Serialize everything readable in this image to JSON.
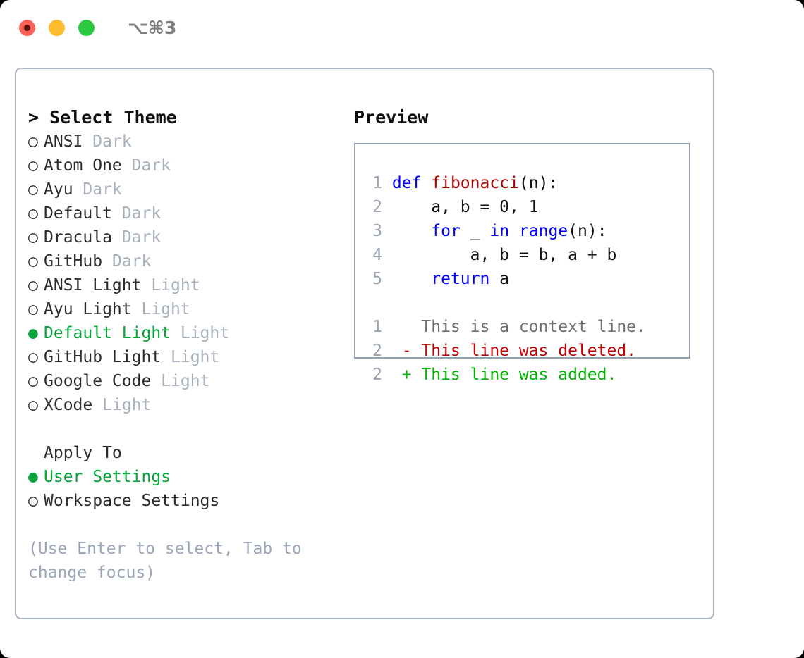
{
  "titlebar": {
    "shortcut": "⌥⌘3",
    "buttons": [
      {
        "name": "close",
        "color": "#fc6058"
      },
      {
        "name": "minimize",
        "color": "#fdbc2f"
      },
      {
        "name": "zoom",
        "color": "#2cc940"
      }
    ]
  },
  "theme_panel": {
    "heading": "> Select Theme",
    "items": [
      {
        "bullet": "○",
        "name": "ANSI",
        "tag": "Dark",
        "selected": false
      },
      {
        "bullet": "○",
        "name": "Atom One",
        "tag": "Dark",
        "selected": false
      },
      {
        "bullet": "○",
        "name": "Ayu",
        "tag": "Dark",
        "selected": false
      },
      {
        "bullet": "○",
        "name": "Default",
        "tag": "Dark",
        "selected": false
      },
      {
        "bullet": "○",
        "name": "Dracula",
        "tag": "Dark",
        "selected": false
      },
      {
        "bullet": "○",
        "name": "GitHub",
        "tag": "Dark",
        "selected": false
      },
      {
        "bullet": "○",
        "name": "ANSI Light",
        "tag": "Light",
        "selected": false
      },
      {
        "bullet": "○",
        "name": "Ayu Light",
        "tag": "Light",
        "selected": false
      },
      {
        "bullet": "●",
        "name": "Default Light",
        "tag": "Light",
        "selected": true
      },
      {
        "bullet": "○",
        "name": "GitHub Light",
        "tag": "Light",
        "selected": false
      },
      {
        "bullet": "○",
        "name": "Google Code",
        "tag": "Light",
        "selected": false
      },
      {
        "bullet": "○",
        "name": "XCode",
        "tag": "Light",
        "selected": false
      }
    ]
  },
  "apply_to": {
    "heading": "Apply To",
    "items": [
      {
        "bullet": "●",
        "label": "User Settings",
        "selected": true
      },
      {
        "bullet": "○",
        "label": "Workspace Settings",
        "selected": false
      }
    ]
  },
  "hint": "(Use Enter to select, Tab to change focus)",
  "preview": {
    "heading": "Preview",
    "code_lines": [
      {
        "num": "1",
        "tokens": [
          {
            "t": "def ",
            "c": "kw"
          },
          {
            "t": "fibonacci",
            "c": "fn"
          },
          {
            "t": "(n):",
            "c": "plain"
          }
        ]
      },
      {
        "num": "2",
        "tokens": [
          {
            "t": "    a, b = 0, 1",
            "c": "plain"
          }
        ]
      },
      {
        "num": "3",
        "tokens": [
          {
            "t": "    ",
            "c": "plain"
          },
          {
            "t": "for",
            "c": "kw"
          },
          {
            "t": " _ ",
            "c": "plain"
          },
          {
            "t": "in",
            "c": "kw"
          },
          {
            "t": " ",
            "c": "plain"
          },
          {
            "t": "range",
            "c": "kw"
          },
          {
            "t": "(n):",
            "c": "plain"
          }
        ]
      },
      {
        "num": "4",
        "tokens": [
          {
            "t": "        a, b = b, a + b",
            "c": "plain"
          }
        ]
      },
      {
        "num": "5",
        "tokens": [
          {
            "t": "    ",
            "c": "plain"
          },
          {
            "t": "return",
            "c": "kw"
          },
          {
            "t": " a",
            "c": "plain"
          }
        ]
      }
    ],
    "diff_lines": [
      {
        "num": "1",
        "marker": "  ",
        "text": "This is a context line.",
        "c": "ctx"
      },
      {
        "num": "2",
        "marker": "- ",
        "text": "This line was deleted.",
        "c": "del"
      },
      {
        "num": "2",
        "marker": "+ ",
        "text": "This line was added.",
        "c": "add"
      }
    ]
  },
  "colors": {
    "accent_green": "#06a43a",
    "muted": "#a8b0bb",
    "hint": "#9aa5b8",
    "keyword": "#0000ff",
    "function": "#aa0000",
    "diff_add": "#00b400",
    "diff_del": "#c40000",
    "panel_border": "#aab4c0",
    "preview_border": "#93a0b0"
  }
}
